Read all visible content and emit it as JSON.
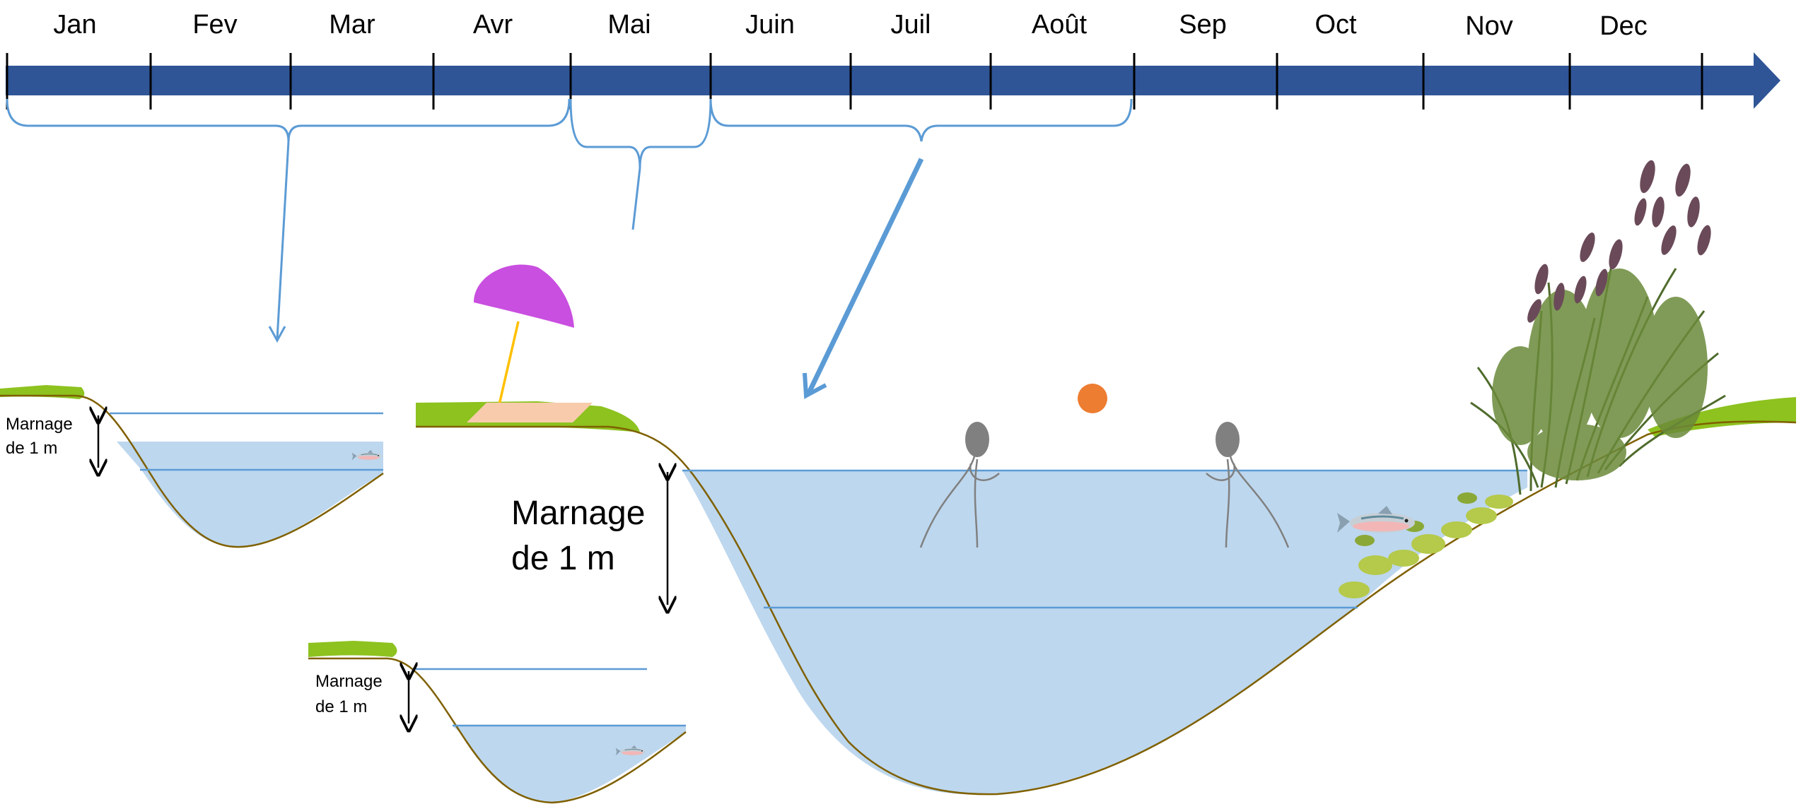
{
  "timeline": {
    "months": [
      "Jan",
      "Fev",
      "Mar",
      "Avr",
      "Mai",
      "Juin",
      "Juil",
      "Août",
      "Sep",
      "Oct",
      "Nov",
      "Dec"
    ]
  },
  "panels": {
    "winter": {
      "label_line1": "Marnage",
      "label_line2": "de 1 m"
    },
    "spring": {
      "label_line1": "Marnage",
      "label_line2": "de 1 m"
    },
    "summer": {
      "label_line1": "Marnage",
      "label_line2": "de 1 m"
    }
  },
  "colors": {
    "timeline_bar": "#2f5597",
    "bracket": "#5b9bd5",
    "water": "#bdd7ee",
    "water_line": "#5b9bd5",
    "grass": "#8dc21f",
    "ground_line": "#7f6000",
    "umbrella": "#c94fe0",
    "towel": "#f8cbad",
    "ball": "#ed7d31",
    "swimmer": "#808080"
  },
  "icons": [
    "fish-icon",
    "umbrella-icon",
    "towel-icon",
    "ball-icon",
    "swimmer-icon",
    "reeds-icon"
  ]
}
